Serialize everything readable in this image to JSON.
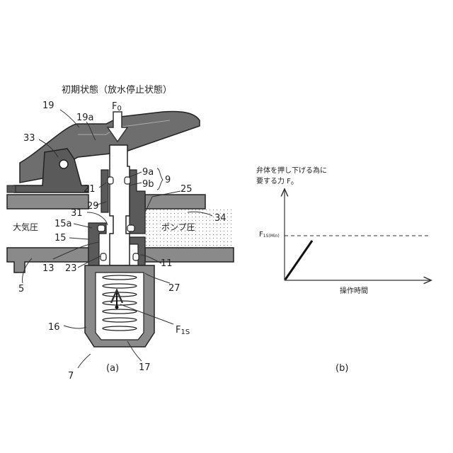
{
  "left": {
    "title": "初期状態（放水停止状態）",
    "force_top": "F",
    "force_top_sub": "0",
    "force_spring": "F",
    "force_spring_sub": "1S",
    "atmo_label": "大気圧",
    "pump_label": "ポンプ圧",
    "caption": "(a)",
    "labels": {
      "l19": "19",
      "l19a": "19a",
      "l33": "33",
      "l9a": "9a",
      "l9b": "9b",
      "l9": "9",
      "l21": "21",
      "l25": "25",
      "l29": "29",
      "l34": "34",
      "l31": "31",
      "l15a": "15a",
      "l15": "15",
      "l13": "13",
      "l23": "23",
      "l11": "11",
      "l5": "5",
      "l27": "27",
      "l16": "16",
      "l17": "17",
      "l7": "7"
    }
  },
  "right": {
    "ylabel_line1": "弁体を押し下げる為に",
    "ylabel_line2": "要する力 F",
    "ylabel_sub": "0",
    "threshold_label": "F",
    "threshold_sub": "1S(Min)",
    "xlabel": "操作時間",
    "caption": "(b)"
  }
}
